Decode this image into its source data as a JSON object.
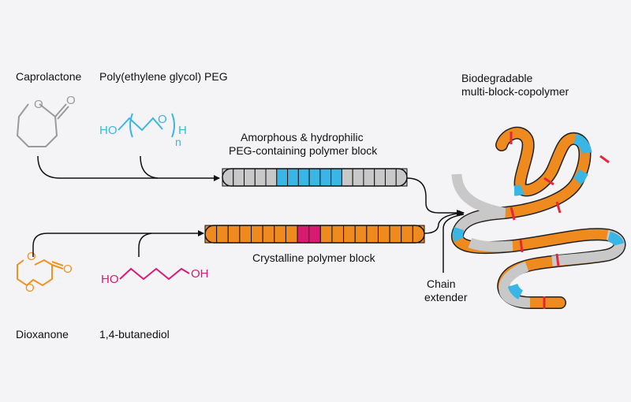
{
  "labels": {
    "caprolactone": "Caprolactone",
    "peg": "Poly(ethylene glycol) PEG",
    "biodegradable_line1": "Biodegradable",
    "biodegradable_line2": "multi-block-copolymer",
    "amorphous_line1": "Amorphous & hydrophilic",
    "amorphous_line2": "PEG-containing polymer block",
    "crystalline": "Crystalline polymer block",
    "chain_extender_line1": "Chain",
    "chain_extender_line2": "extender",
    "dioxanone": "Dioxanone",
    "butanediol": "1,4-butanediol"
  },
  "chem": {
    "oxygen": "O",
    "hydroxyl": "HO",
    "hydroxyl_right": "OH",
    "hydrogen": "H",
    "repeat_n": "n"
  },
  "colors": {
    "background": "#f4f4f6",
    "gray_segment": "#c8c8c8",
    "blue_segment": "#3ab6e6",
    "orange_segment": "#ee8a1e",
    "magenta_segment": "#d81b72",
    "red_marker": "#e8253a",
    "caprolactone_gray": "#9a9a9a",
    "peg_blue": "#3ab6e6",
    "dioxanone_orange": "#f0931f",
    "butanediol_magenta": "#d81b72",
    "line": "#111111"
  }
}
